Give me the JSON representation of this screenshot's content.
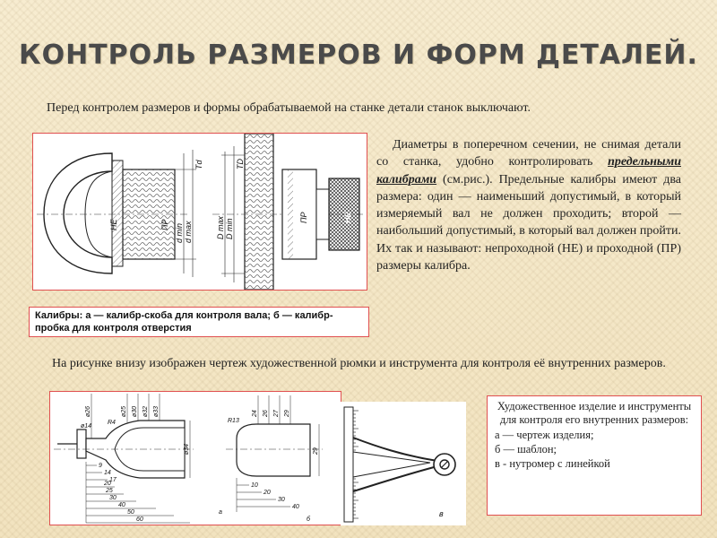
{
  "slide": {
    "title": "КОНТРОЛЬ РАЗМЕРОВ И ФОРМ ДЕТАЛЕЙ.",
    "intro": "Перед контролем размеров и формы обрабатываемой на станке детали станок выключают.",
    "paragraph1": {
      "before": "Диаметры в поперечном сечении, не снимая детали со станка, удобно контролировать ",
      "term": "предельными калибрами",
      "after": " (см.рис.). Предельные калибры имеют два размера: один — наименьший допустимый, в который измеряемый вал не должен проходить; второй — наибольший допустимый, в который вал должен пройти. Их так и называют: непроходной (НЕ) и проходной (ПР) размеры калибра."
    },
    "caption1": "Калибры: а — калибр-скоба для контроля вала; б — калибр-пробка для контроля отверстия",
    "paragraph2": "На рисунке внизу изображен чертеж художественной рюмки и инструмента для контроля её внутренних размеров.",
    "legend": {
      "heading": "Художественное изделие и инструменты для контроля его внутренних размеров:",
      "items": [
        "а — чертеж изделия;",
        "б — шаблон;",
        "в - нутромер с линейкой"
      ]
    }
  },
  "figure1": {
    "labels": {
      "ne_left": "НЕ",
      "pr_left": "ПР",
      "td_left": "Td",
      "dmin": "d min",
      "dmax": "d max",
      "td_right": "TD",
      "Dmax": "D max",
      "Dmin": "D min",
      "pr_right": "ПР",
      "ne_right": "НЕ"
    }
  },
  "figure2": {
    "labels": {
      "r4": "R4",
      "d26": "ø26",
      "d25": "ø25",
      "d30": "ø30",
      "d32": "ø32",
      "d33": "ø33",
      "d34": "ø34",
      "d14": "ø14",
      "r13": "R13",
      "d24": "24",
      "d26b": "26",
      "d27": "27",
      "d29": "29",
      "d29b": "29",
      "h9": "9",
      "h14": "14",
      "h17": "17",
      "h20": "20",
      "h25": "25",
      "h30": "30",
      "h40": "40",
      "h50": "50",
      "h60": "60",
      "b10": "10",
      "b20": "20",
      "b30": "30",
      "b40": "40",
      "mark_a": "а",
      "mark_b": "б"
    }
  },
  "figure3": {
    "labels": {
      "mark_v": "в"
    }
  }
}
